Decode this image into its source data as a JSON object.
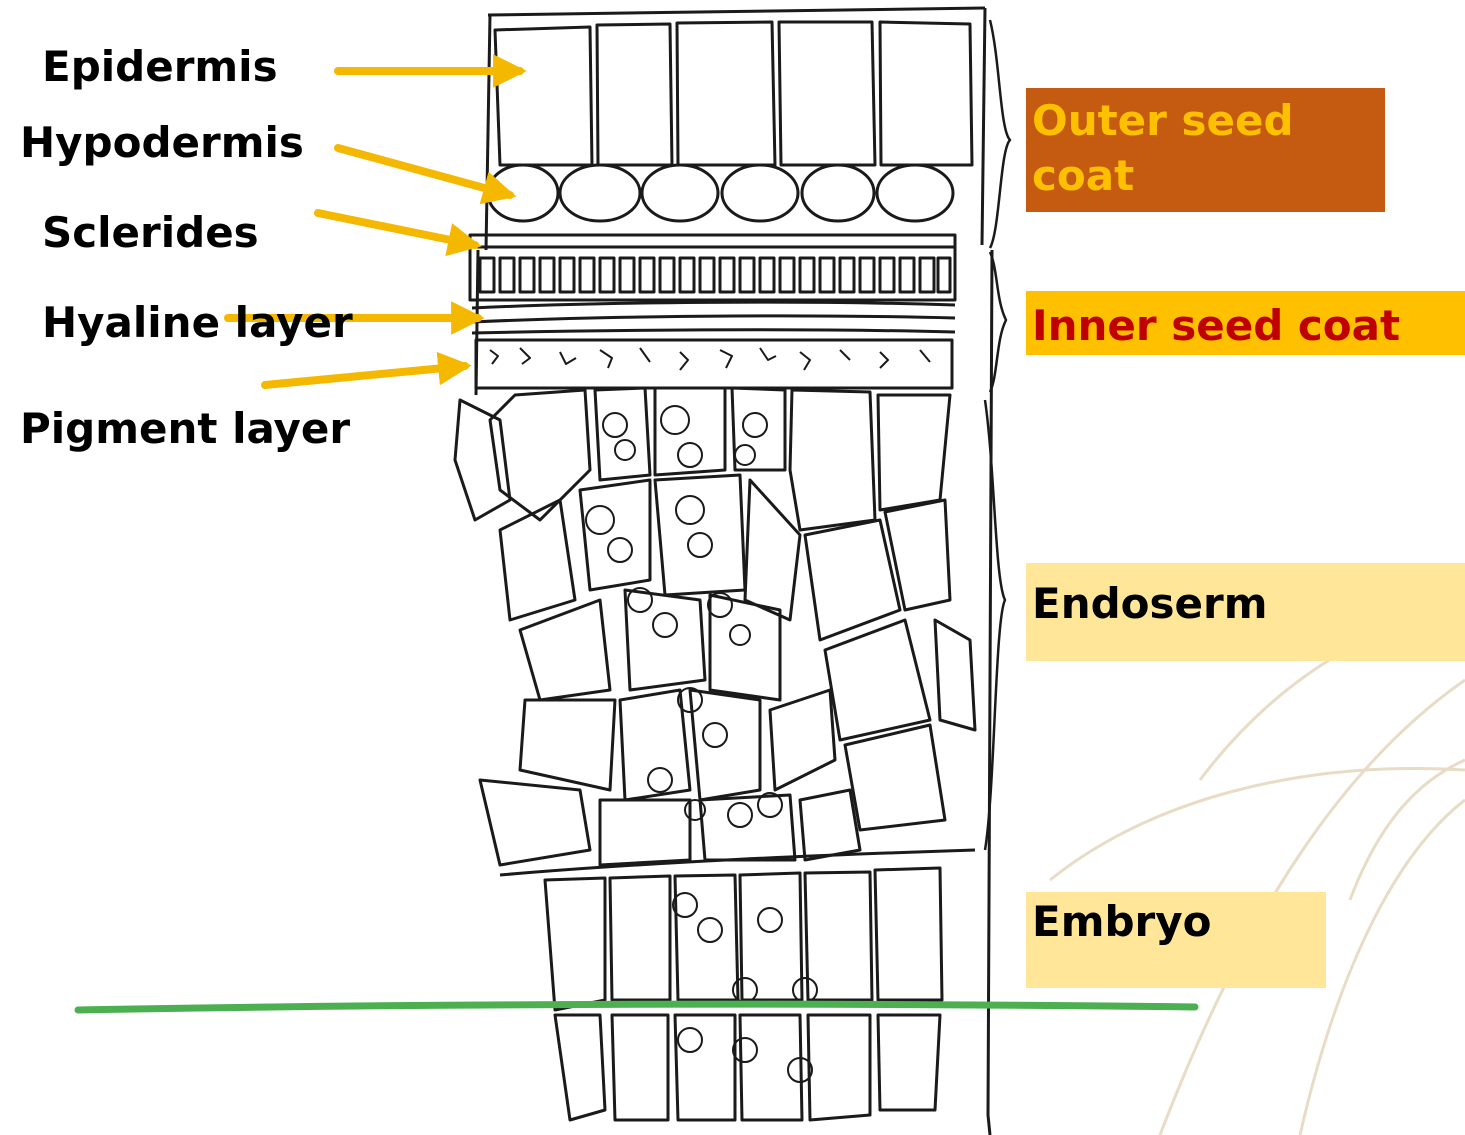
{
  "colors": {
    "arrow": "#f5b800",
    "outer_box_bg": "#c55a11",
    "outer_box_text": "#ffc000",
    "inner_box_bg": "#ffc000",
    "inner_box_text": "#c00000",
    "endosperm_box_bg": "#ffe699",
    "embryo_box_bg": "#ffe699",
    "divider": "#4caf50",
    "cell_outline": "#1a1a1a"
  },
  "labels": {
    "epidermis": "Epidermis",
    "hypodermis": "Hypodermis",
    "sclerides": "Sclerides",
    "hyaline_layer": "Hyaline layer",
    "pigment_layer": "Pigment layer"
  },
  "regions": {
    "outer_seed_coat": "Outer  seed coat",
    "inner_seed_coat": "Inner seed  coat",
    "endosperm": "Endoserm",
    "embryo": "Embryo"
  },
  "icons": {
    "cross_section": "seed-coat-cross-section-drawing",
    "pointer": "arrow-icon"
  }
}
